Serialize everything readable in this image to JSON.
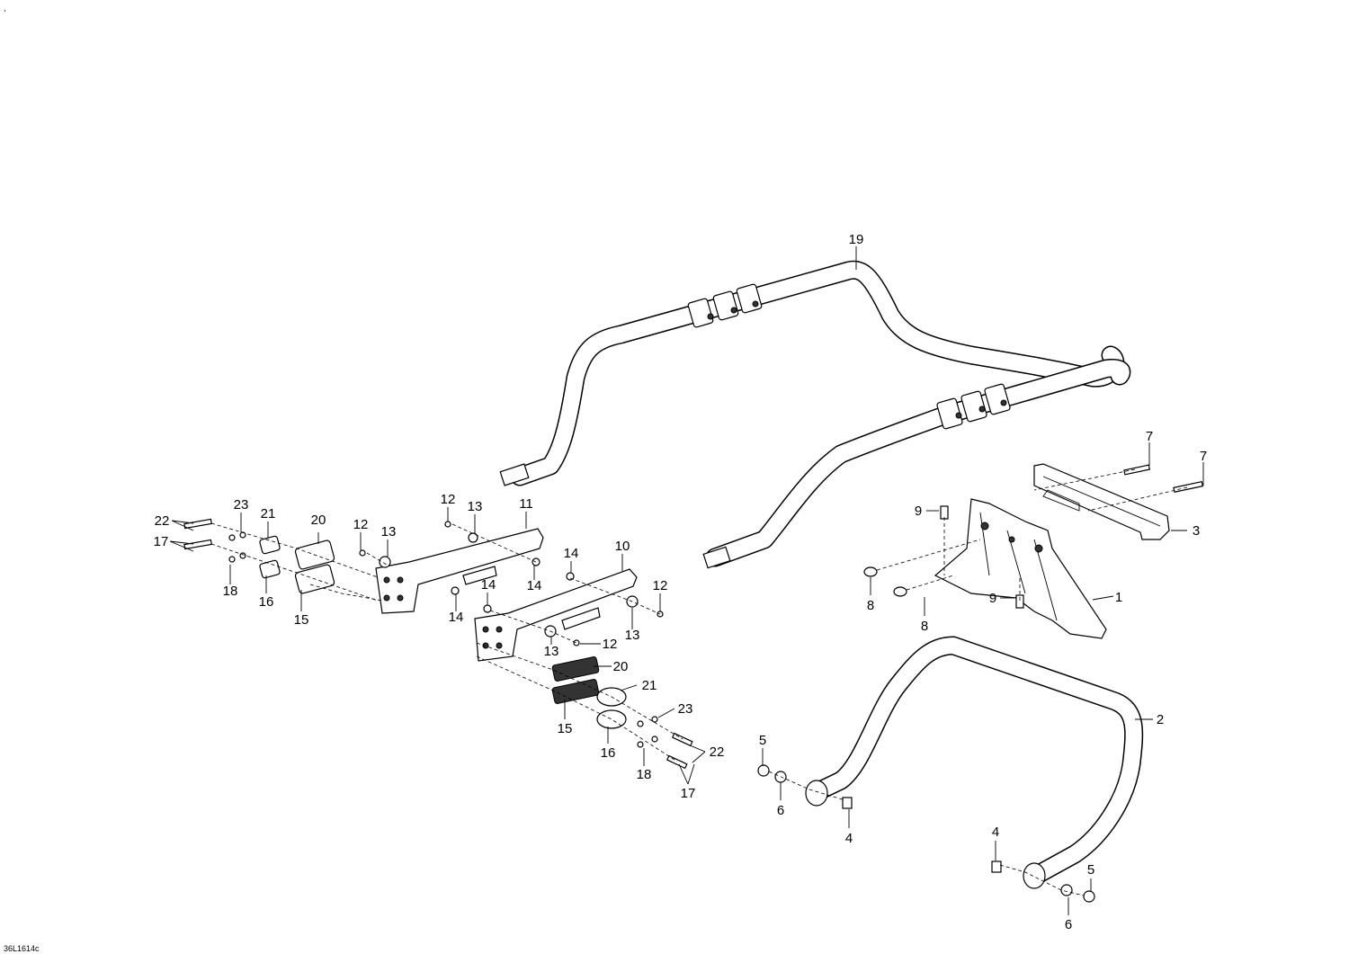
{
  "corner_mark": ",",
  "drawing_code": "36L1614c",
  "callouts": {
    "c19": "19",
    "c7a": "7",
    "c7b": "7",
    "c3": "3",
    "c9a": "9",
    "c9b": "9",
    "c8a": "8",
    "c8b": "8",
    "c1": "1",
    "c2": "2",
    "c5a": "5",
    "c5b": "5",
    "c6a": "6",
    "c6b": "6",
    "c4a": "4",
    "c4b": "4",
    "c11": "11",
    "c10": "10",
    "c12a": "12",
    "c12b": "12",
    "c12c": "12",
    "c12d": "12",
    "c13a": "13",
    "c13b": "13",
    "c13c": "13",
    "c13d": "13",
    "c14a": "14",
    "c14b": "14",
    "c14c": "14",
    "c14d": "14",
    "c20a": "20",
    "c20b": "20",
    "c21a": "21",
    "c21b": "21",
    "c22a": "22",
    "c22b": "22",
    "c23a": "23",
    "c23b": "23",
    "c17a": "17",
    "c17b": "17",
    "c18a": "18",
    "c18b": "18",
    "c16a": "16",
    "c16b": "16",
    "c15a": "15",
    "c15b": "15"
  }
}
